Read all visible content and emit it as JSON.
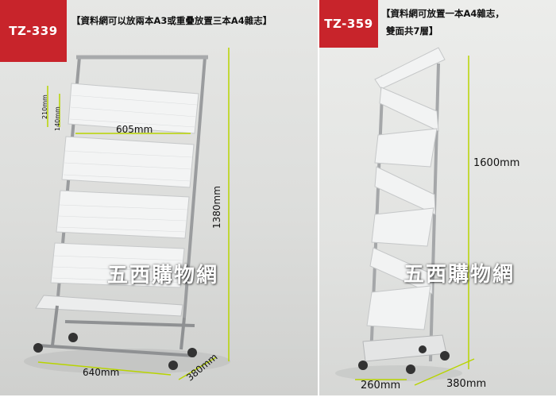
{
  "left": {
    "model": "TZ-339",
    "caption": "【資料網可以放兩本A3或重疊放置三本A4雜志】",
    "dims": {
      "width_top": "605mm",
      "height": "1380mm",
      "shelf_a": "210mm",
      "shelf_b": "140mm",
      "base_width": "640mm",
      "base_depth": "380mm"
    },
    "watermark": "五西購物網"
  },
  "right": {
    "model": "TZ-359",
    "caption_line1": "【資料網可放置一本A4雜志，",
    "caption_line2": "雙面共7層】",
    "dims": {
      "height": "1600mm",
      "base_width": "260mm",
      "base_depth": "380mm"
    },
    "watermark": "五西購物網"
  },
  "colors": {
    "badge": "#c8242b",
    "measure_line": "#b8d400"
  }
}
